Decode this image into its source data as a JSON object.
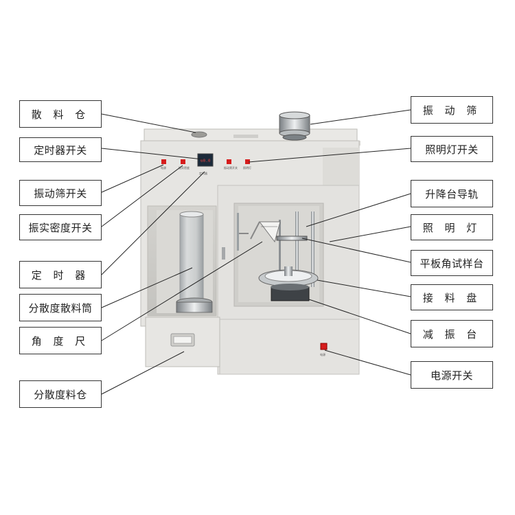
{
  "labels": {
    "bulk_bin": "散 料 仓",
    "timer_switch": "定时器开关",
    "vibration_screen_switch": "振动筛开关",
    "tap_density_switch": "振实密度开关",
    "timer": "定 时 器",
    "dispersion_cylinder": "分散度散料筒",
    "angle_ruler": "角 度 尺",
    "dispersion_bin": "分散度料仓",
    "vibration_screen": "振 动 筛",
    "light_switch": "照明灯开关",
    "lift_rail": "升降台导轨",
    "light": "照 明 灯",
    "plate_angle_stage": "平板角试样台",
    "catch_pan": "接 料 盘",
    "damping_table": "减 振 台",
    "power_switch": "电源开关"
  },
  "colors": {
    "body": "#e6e5e2",
    "panel_edge": "#bfbdb8",
    "switch_red": "#d61c1c",
    "timer_display": "#1c2a3a"
  }
}
